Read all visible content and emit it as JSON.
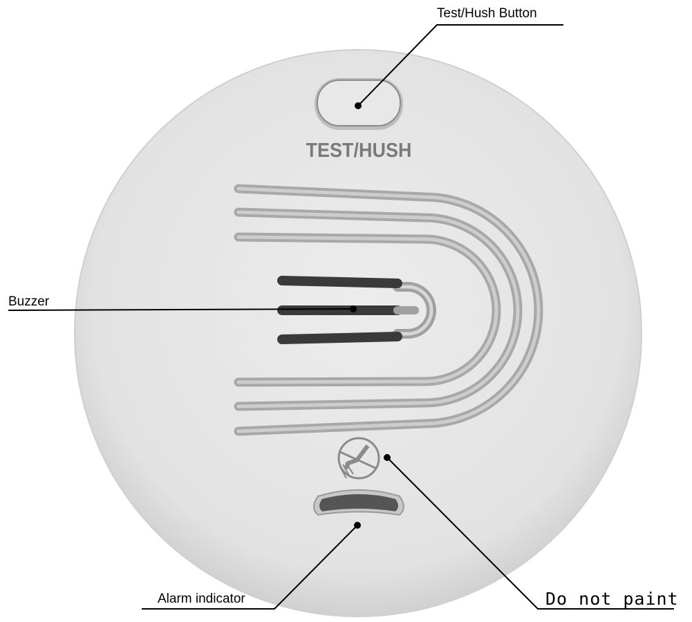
{
  "device": {
    "button_text": "TEST/HUSH",
    "icon": "no-paint-icon"
  },
  "callouts": {
    "test_hush": "Test/Hush Button",
    "buzzer": "Buzzer",
    "alarm_indicator": "Alarm indicator",
    "do_not_paint": "Do not paint"
  },
  "colors": {
    "body": "#e4e4e4",
    "slot": "#9a9a9a",
    "label_text": "#7a7a7a"
  }
}
